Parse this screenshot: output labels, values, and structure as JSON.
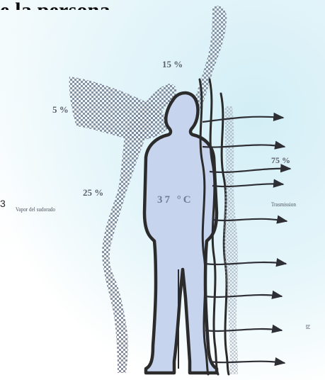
{
  "headline": "e la persona.",
  "diagram": {
    "percent_top": "15 %",
    "percent_left": "5 %",
    "percent_right": "75 %",
    "percent_mid": "25 %",
    "body_temperature": "37 °C",
    "label_convection": "Trasmission",
    "label_evaporation": "Vapor del sudorado",
    "side_mark": "3",
    "corner_mark": "bl"
  },
  "colors": {
    "silhouette_fill": "#c7d4ee",
    "silhouette_outline": "#2b2b2b",
    "stipple": "#8c93a4",
    "arrow": "#2e2e35"
  }
}
